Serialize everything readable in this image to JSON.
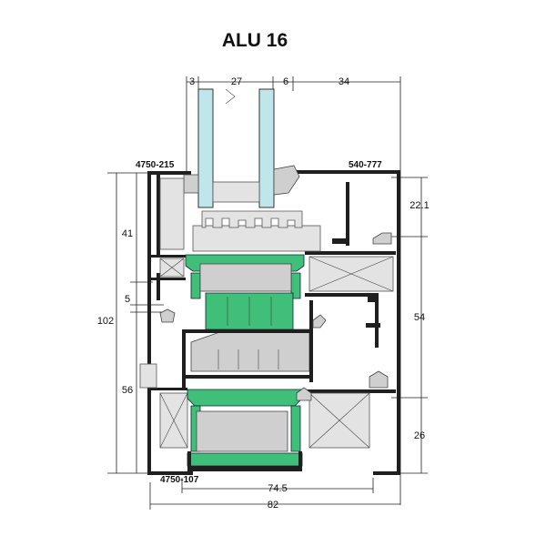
{
  "title": "ALU 16",
  "profile_codes": {
    "top_left": "4750-215",
    "top_right": "540-777",
    "bottom_left": "4750-107"
  },
  "dimensions": {
    "glass_outer": "3",
    "glass_gap": "27",
    "glass_inner": "6",
    "top_right_width": "34",
    "sash_offset": "22.1",
    "sash_height": "54",
    "bottom_right": "26",
    "left_upper": "41",
    "left_small": "5",
    "total_height": "102",
    "left_lower": "56",
    "inner_width": "74.5",
    "total_width": "82"
  },
  "colors": {
    "aluminium": "#1f1f1f",
    "thermal_break": "#3fbf78",
    "glass": "#bfe6ea",
    "insulation": "#e3e3e3"
  }
}
